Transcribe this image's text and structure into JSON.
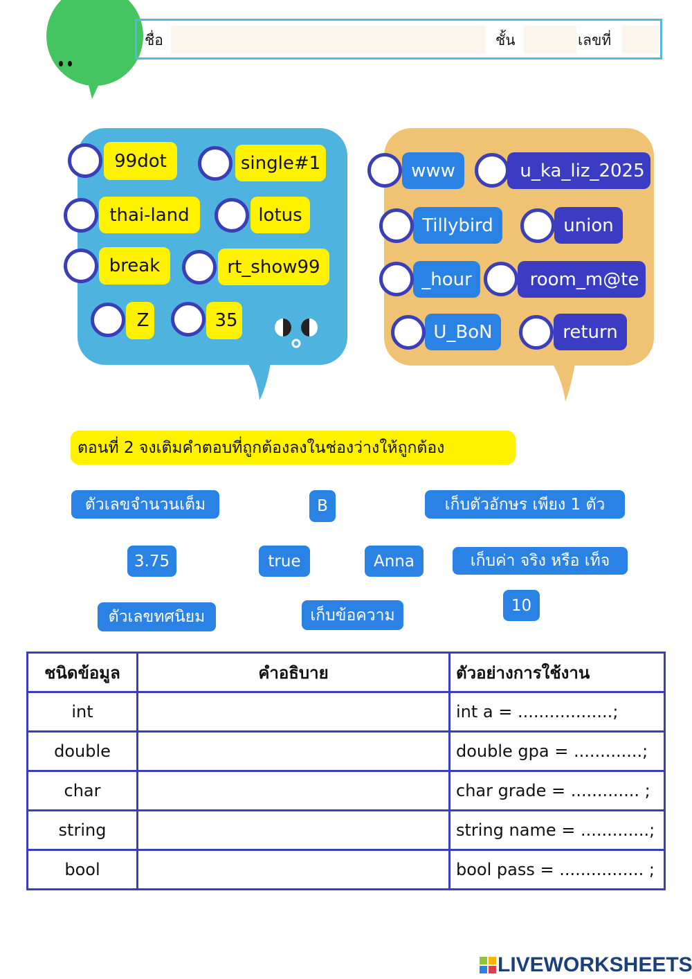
{
  "header": {
    "name_label": "ชื่อ",
    "class_label": "ชั้น",
    "number_label": "เลขที่",
    "name_value": "",
    "class_value": "",
    "number_value": ""
  },
  "part1": {
    "left_items": [
      "99dot",
      "single#1",
      "thai-land",
      "lotus",
      "break",
      "rt_show99",
      "Z",
      "35"
    ],
    "right_items": [
      "www",
      "u_ka_liz_2025",
      "Tillybird",
      "union",
      "_hour",
      "room_m@te",
      "U_BoN",
      "return"
    ]
  },
  "part2": {
    "title": "ตอนที่ 2 จงเติมคำตอบที่ถูกต้องลงในช่องว่างให้ถูกต้อง",
    "chips": [
      "ตัวเลขจำนวนเต็ม",
      "B",
      "เก็บตัวอักษร เพียง 1 ตัว",
      "3.75",
      "true",
      "Anna",
      "เก็บค่า จริง หรือ เท็จ",
      "10",
      "ตัวเลขทศนิยม",
      "เก็บข้อความ"
    ]
  },
  "table": {
    "headers": [
      "ชนิดข้อมูล",
      "คำอธิบาย",
      "ตัวอย่างการใช้งาน"
    ],
    "rows": [
      {
        "type": "int",
        "example": "int a = ..................;"
      },
      {
        "type": "double",
        "example": "double gpa = .............;"
      },
      {
        "type": "char",
        "example": "char grade = ............. ;"
      },
      {
        "type": "string",
        "example": "string name = .............;"
      },
      {
        "type": "bool",
        "example": "bool pass = ................ ;"
      }
    ]
  },
  "footer": {
    "brand": "LIVEWORKSHEETS",
    "logo_letters": "LIVE"
  },
  "colors": {
    "blue_bubble": "#4fb3e0",
    "orange_bubble": "#f0c274",
    "green": "#45c462",
    "yellow": "#fff200",
    "chip_blue": "#2a82e4",
    "chip_indigo": "#3a3cc4"
  }
}
